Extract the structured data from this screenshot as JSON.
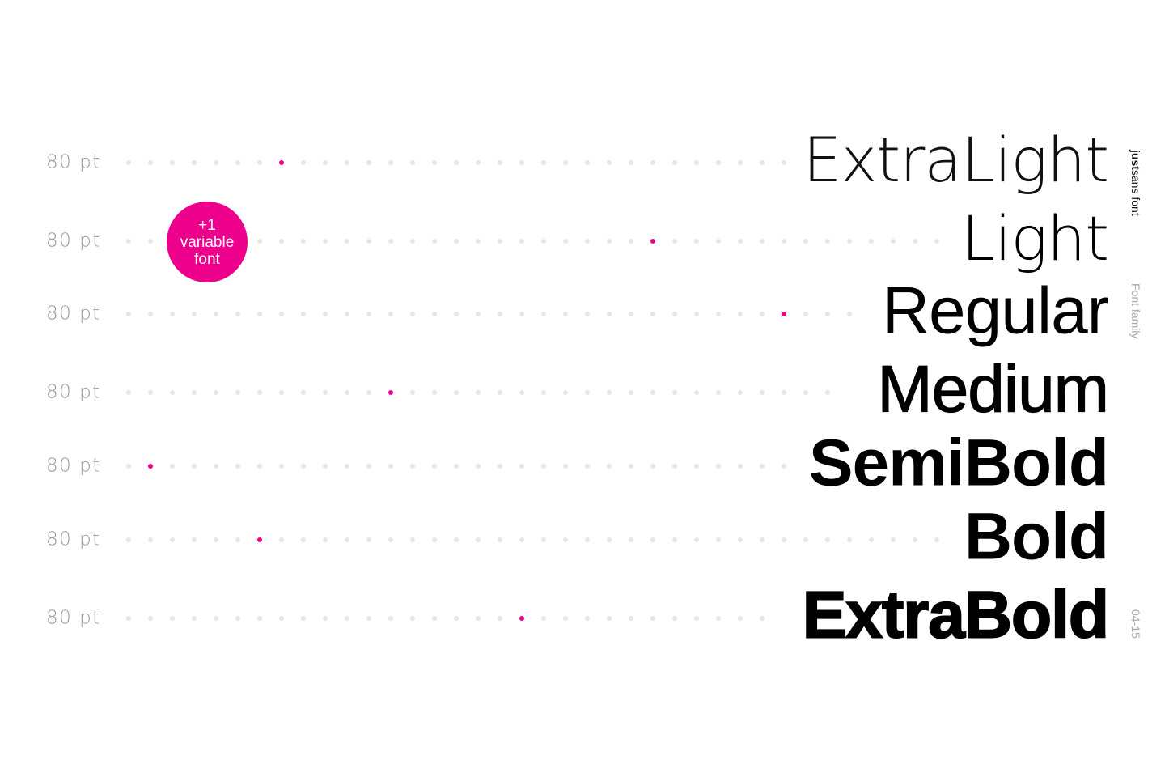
{
  "accent_color": "#ec008c",
  "brand": {
    "bold": "just",
    "rest": "sans font"
  },
  "subtitle": "Font family",
  "page_range": "04-15",
  "badge": {
    "line1": "+1",
    "line2": "variable",
    "line3": "font"
  },
  "rows": [
    {
      "size": "80 pt",
      "name": "ExtraLight",
      "weight": 200,
      "dot_count": 31,
      "highlight_index": 7
    },
    {
      "size": "80 pt",
      "name": "Light",
      "weight": 300,
      "dot_count": 38,
      "highlight_index": 24
    },
    {
      "size": "80 pt",
      "name": "Regular",
      "weight": 400,
      "dot_count": 34,
      "highlight_index": 30
    },
    {
      "size": "80 pt",
      "name": "Medium",
      "weight": 500,
      "dot_count": 33,
      "highlight_index": 12
    },
    {
      "size": "80 pt",
      "name": "SemiBold",
      "weight": 600,
      "dot_count": 31,
      "highlight_index": 1
    },
    {
      "size": "80 pt",
      "name": "Bold",
      "weight": 700,
      "dot_count": 38,
      "highlight_index": 6
    },
    {
      "size": "80 pt",
      "name": "ExtraBold",
      "weight": 800,
      "dot_count": 30,
      "highlight_index": 18
    }
  ]
}
